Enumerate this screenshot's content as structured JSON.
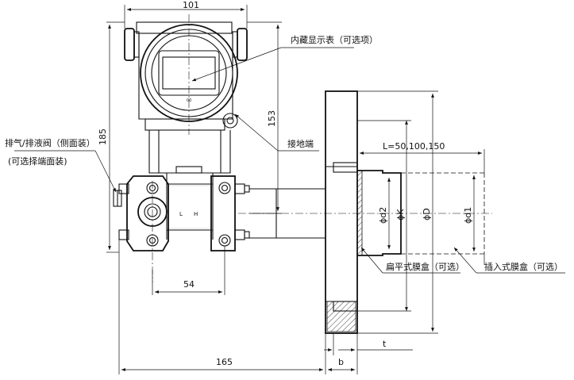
{
  "dimensions": {
    "width_top": "101",
    "height_left": "185",
    "height_display": "153",
    "spacing_54": "54",
    "length_165": "165",
    "flange_b": "b",
    "flange_t": "t",
    "insert_length": "L=50,100,150",
    "dia_d2": "ϕd2",
    "dia_K": "ϕK",
    "dia_D": "ϕD",
    "dia_d1": "ϕd1"
  },
  "labels": {
    "display": "内藏显示表（可选项）",
    "ground": "接地端",
    "vent_line1": "排气/排液阀（侧面装）",
    "vent_line2": "(可选择端面装)",
    "flat_diaphragm": "扁平式膜盒（可选）",
    "insert_diaphragm": "插入式膜盒（可选）",
    "low_mark": "L",
    "high_mark": "H",
    "lcd_small": "00"
  }
}
